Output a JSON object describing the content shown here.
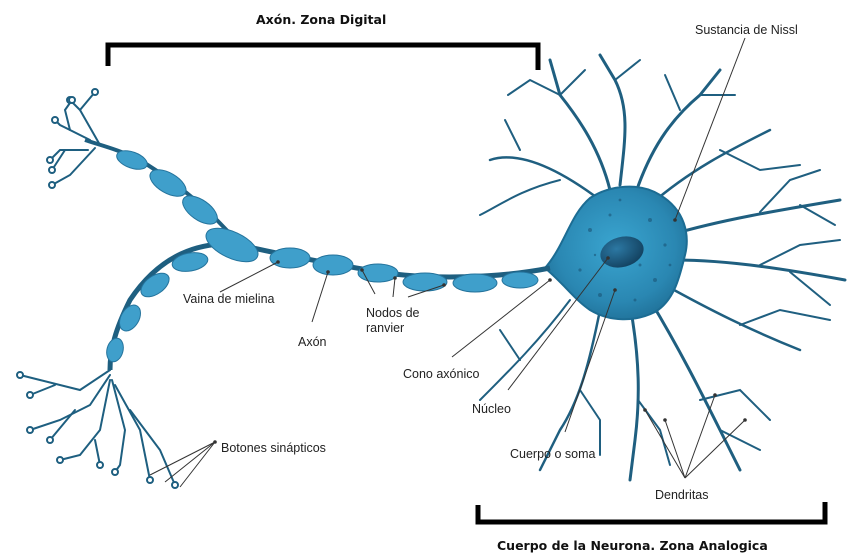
{
  "titles": {
    "axon_zone": "Axón. Zona Digital",
    "body_zone": "Cuerpo de la Neurona. Zona Analogica"
  },
  "labels": {
    "nissl": "Sustancia de Nissl",
    "myelin": "Vaina de mielina",
    "axon": "Axón",
    "ranvier_line1": "Nodos de",
    "ranvier_line2": "ranvier",
    "axon_hillock": "Cono axónico",
    "nucleus": "Núcleo",
    "soma": "Cuerpo o soma",
    "dendrites": "Dendritas",
    "synaptic_buttons": "Botones sinápticos"
  },
  "colors": {
    "neuron_dark": "#1e5f80",
    "neuron_mid": "#2d8fb8",
    "myelin": "#3f9fcb",
    "nucleus": "#1a4d6e",
    "bracket": "#000000",
    "leader": "#333333"
  }
}
